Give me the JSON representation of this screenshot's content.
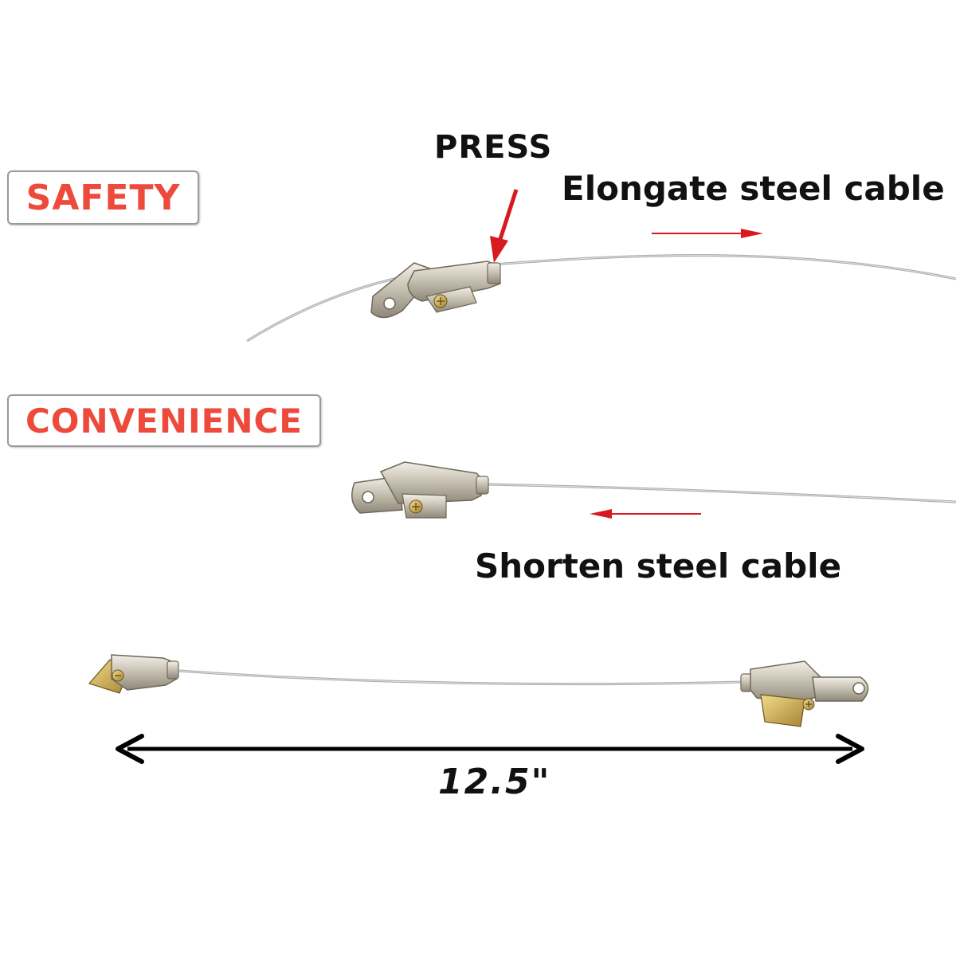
{
  "labels": {
    "safety": "SAFETY",
    "convenience": "CONVENIENCE"
  },
  "annotations": {
    "press": "PRESS",
    "elongate": "Elongate steel cable",
    "shorten": "Shorten steel cable",
    "length": "12.5\""
  },
  "colors": {
    "label_text": "#ee4a3c",
    "label_border": "#9a9a9a",
    "arrow_red": "#d71920",
    "cable": "#a8a8a8",
    "metal": "#c9c3b4",
    "brass_screw": "#c9a84a",
    "dimension_line": "#000000"
  },
  "icons": {
    "press_pointer": "red-down-arrow-icon",
    "elongate_direction": "red-right-arrow-icon",
    "shorten_direction": "red-left-arrow-icon",
    "dimension": "double-headed-arrow-icon"
  }
}
